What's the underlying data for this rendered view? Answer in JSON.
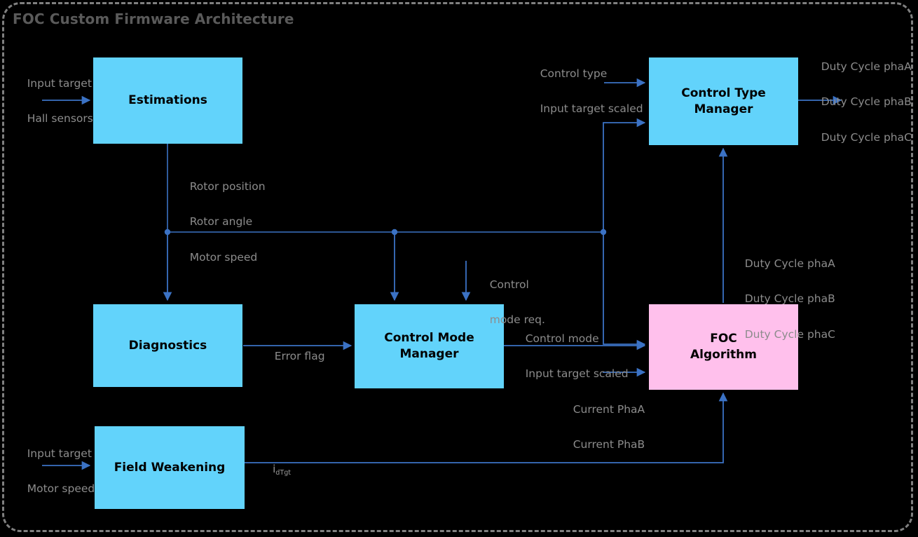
{
  "diagram": {
    "title": "FOC Custom Firmware Architecture",
    "type": "block-diagram",
    "background": "#000000",
    "frame_style": "dashed-rounded",
    "colors": {
      "block_primary": "#62d3fb",
      "block_accent": "#ffc0ec",
      "wire": "#3b72c4",
      "label_text": "#8c8c8c",
      "title_text": "#5a5a5a",
      "block_text": "#000000",
      "frame": "#808080"
    }
  },
  "blocks": {
    "estimations": {
      "label": "Estimations",
      "fill": "#62d3fb"
    },
    "control_type_manager": {
      "label": "Control Type\nManager",
      "line1": "Control Type",
      "line2": "Manager",
      "fill": "#62d3fb"
    },
    "diagnostics": {
      "label": "Diagnostics",
      "fill": "#62d3fb"
    },
    "control_mode_manager": {
      "label": "Control Mode\nManager",
      "line1": "Control Mode",
      "line2": "Manager",
      "fill": "#62d3fb"
    },
    "foc_algorithm": {
      "label": "FOC\nAlgorithm",
      "line1": "FOC",
      "line2": "Algorithm",
      "fill": "#ffc0ec"
    },
    "field_weakening": {
      "label": "Field Weakening",
      "fill": "#62d3fb"
    }
  },
  "signals": {
    "estimations_in": "Input target\nHall sensors",
    "estimations_in_l1": "Input target",
    "estimations_in_l2": "Hall sensors",
    "ctm_in": "Control type\nInput target scaled",
    "ctm_in_l1": "Control type",
    "ctm_in_l2": "Input target scaled",
    "ctm_out_l1": "Duty Cycle phaA",
    "ctm_out_l2": "Duty Cycle phaB",
    "ctm_out_l3": "Duty Cycle phaC",
    "estimations_out_l1": "Rotor position",
    "estimations_out_l2": "Rotor angle",
    "estimations_out_l3": "Motor speed",
    "foc_out_l1": "Duty Cycle phaA",
    "foc_out_l2": "Duty Cycle phaB",
    "foc_out_l3": "Duty Cycle phaC",
    "control_mode_req_l1": "Control",
    "control_mode_req_l2": "mode req.",
    "error_flag": "Error flag",
    "cmm_out_l1": "Control mode",
    "cmm_out_l2": "Input target scaled",
    "currents_l1": "Current PhaA",
    "currents_l2": "Current PhaB",
    "field_weakening_in_l1": "Input target",
    "field_weakening_in_l2": "Motor speed",
    "id_target_base": "i",
    "id_target_sub": "dTgt"
  }
}
